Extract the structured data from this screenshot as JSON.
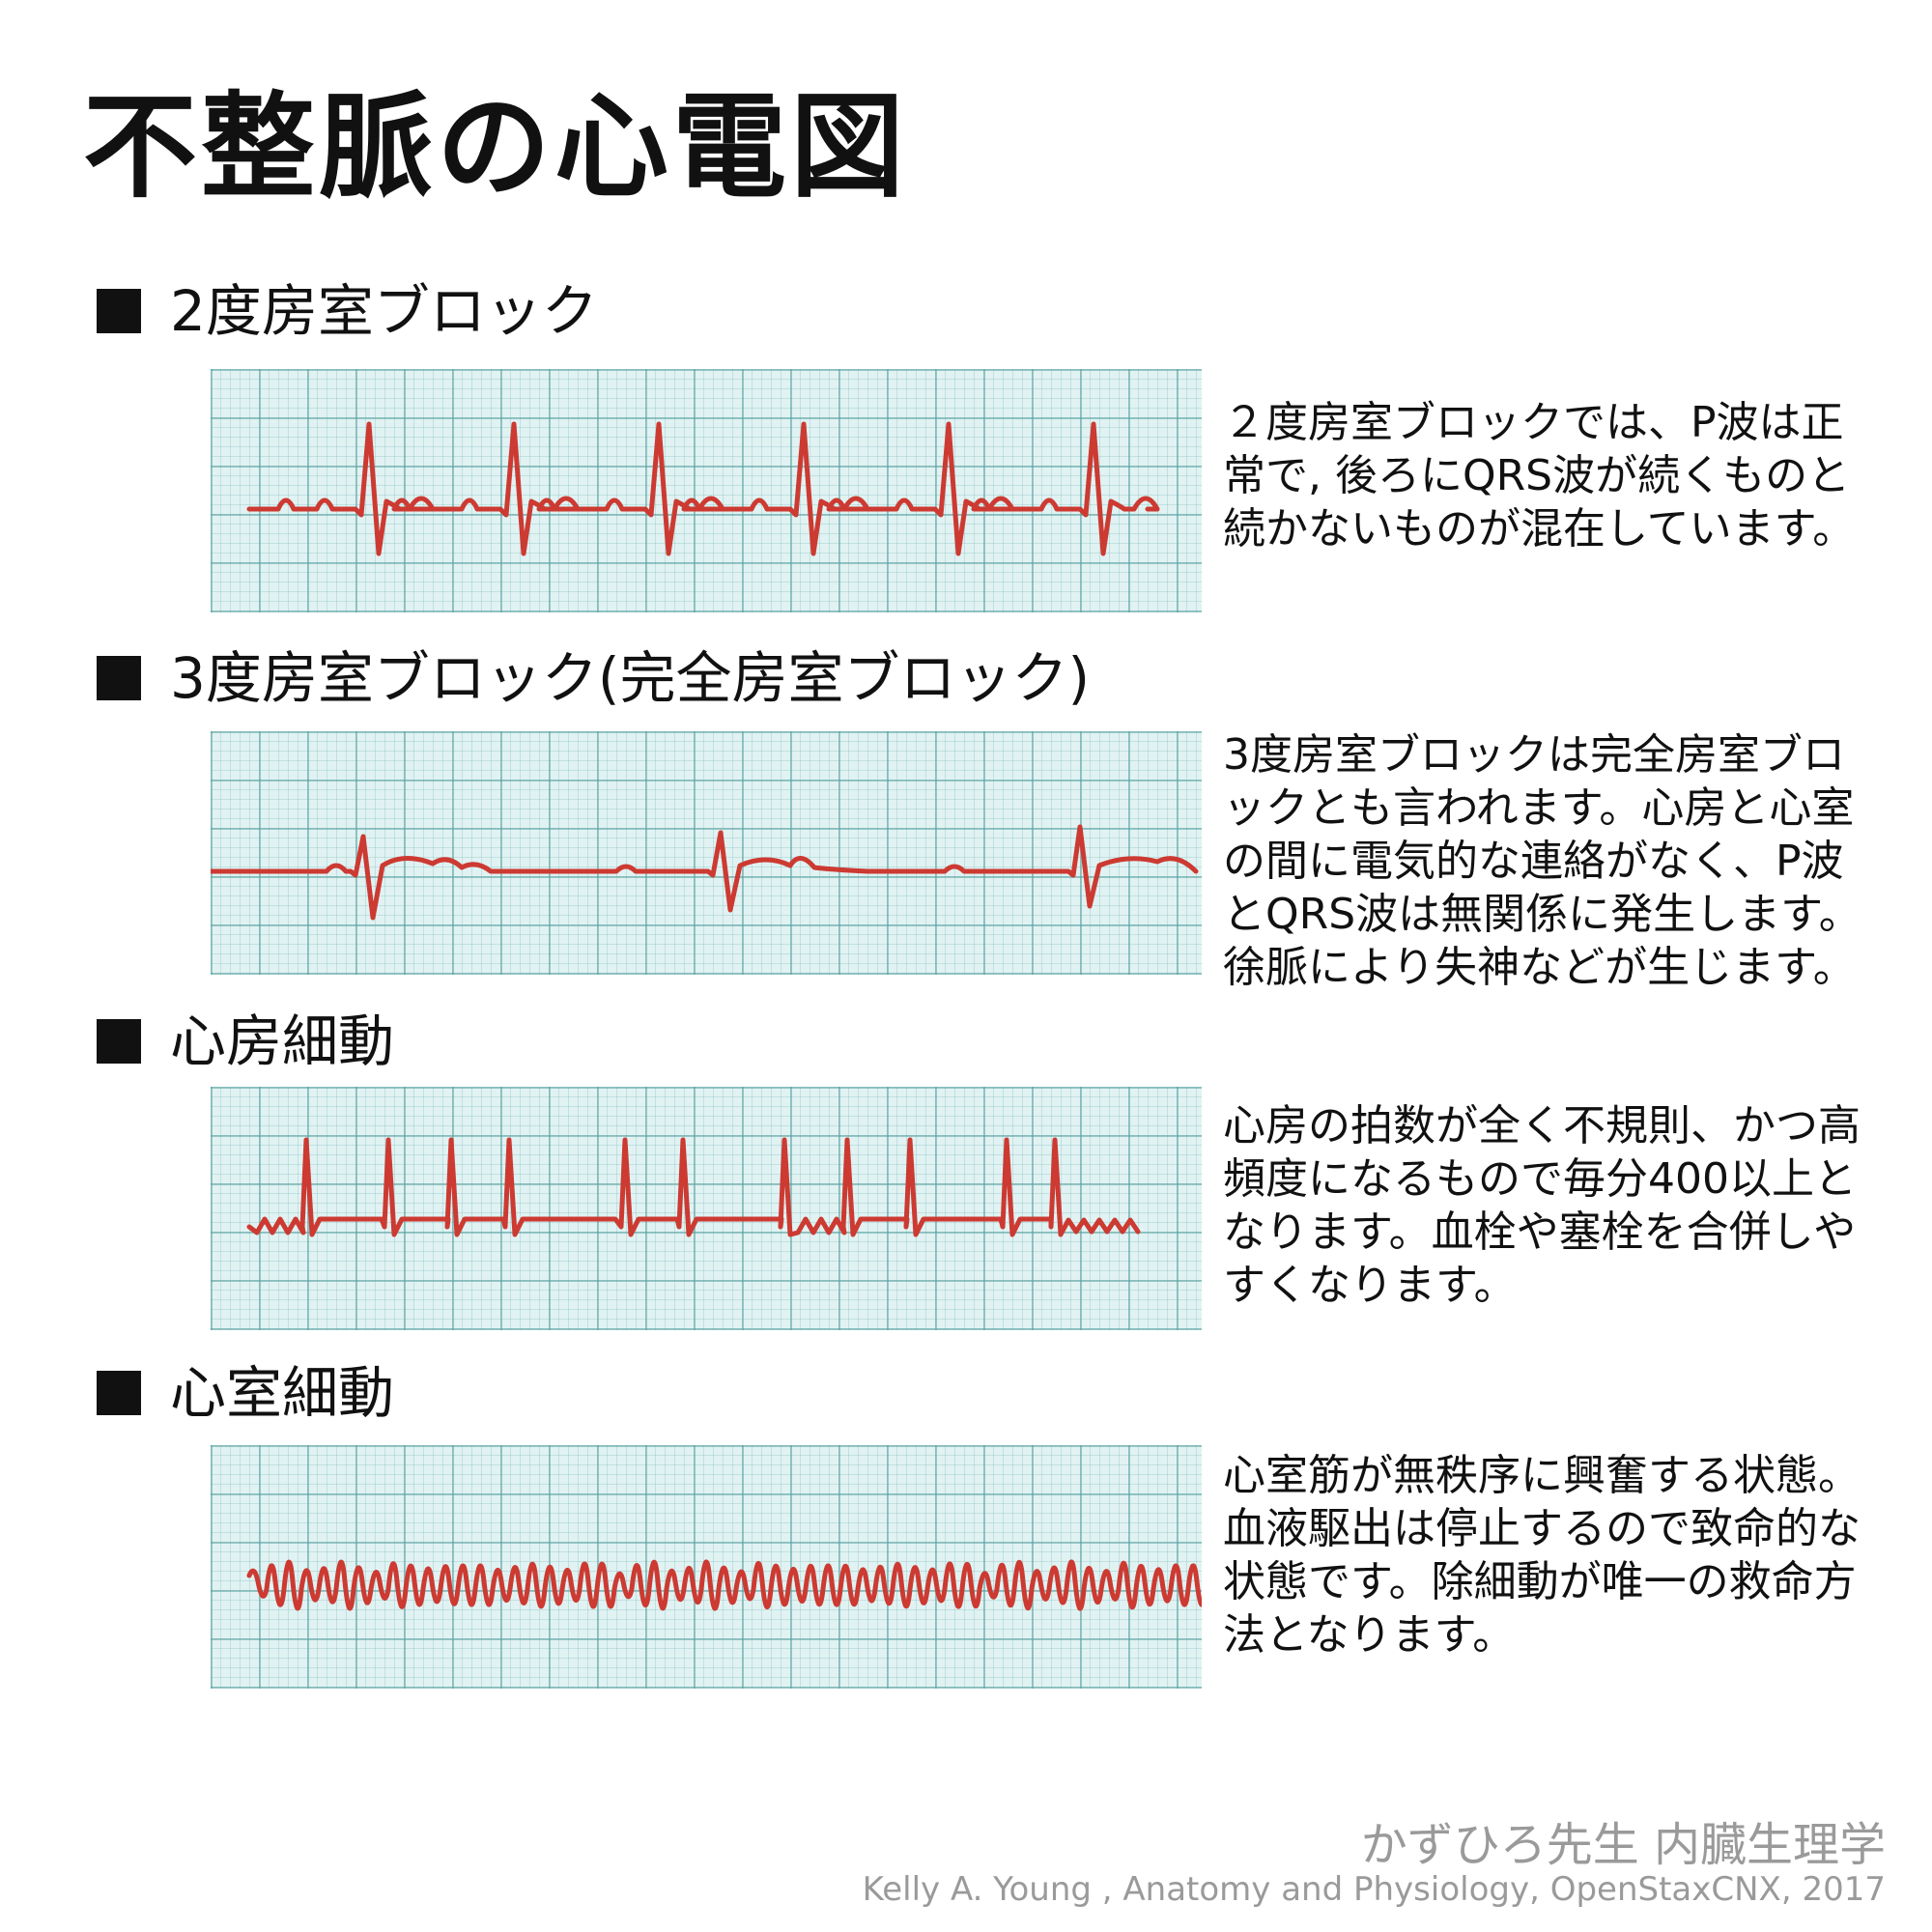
{
  "title": "不整脈の心電図",
  "colors": {
    "trace": "#cc3a32",
    "grid_background": "#e1f2f2",
    "heading_square": "#111111",
    "credit_text": "#9a9a9a"
  },
  "sections": [
    {
      "heading": "2度房室ブロック",
      "icon": "black-square",
      "description": "２度房室ブロックでは、P波は正常で, 後ろにQRS波が続くものと続かないものが混在しています。",
      "ecg_pattern": "second-degree-av-block"
    },
    {
      "heading": "3度房室ブロック(完全房室ブロック)",
      "icon": "black-square",
      "description": "3度房室ブロックは完全房室ブロックとも言われます。心房と心室の間に電気的な連絡がなく、P波とQRS波は無関係に発生します。徐脈により失神などが生じます。",
      "ecg_pattern": "third-degree-av-block"
    },
    {
      "heading": "心房細動",
      "icon": "black-square",
      "description": "心房の拍数が全く不規則、かつ高頻度になるもので毎分400以上となります。血栓や塞栓を合併しやすくなります。",
      "ecg_pattern": "atrial-fibrillation"
    },
    {
      "heading": "心室細動",
      "icon": "black-square",
      "description": "心室筋が無秩序に興奮する状態。血液駆出は停止するので致命的な状態です。除細動が唯一の救命方法となります。",
      "ecg_pattern": "ventricular-fibrillation"
    }
  ],
  "credits": {
    "author": "かずひろ先生 内臓生理学",
    "source": "Kelly A. Young , Anatomy and Physiology, OpenStaxCNX, 2017"
  }
}
